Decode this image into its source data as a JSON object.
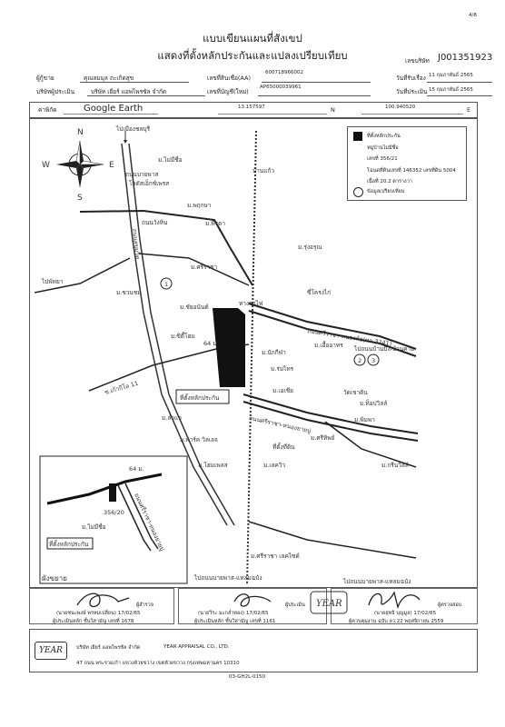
{
  "header": {
    "page_num": "4/8",
    "title_line1": "แบบเขียนแผนที่สังเขป",
    "title_line2": "แสดงที่ตั้งหลักประกันและแปลงเปรียบเทียบ",
    "ref_label": "เลขบริษัท",
    "ref_value": "J001351923"
  },
  "info": {
    "customer_label": "ผู้กู้ขาย",
    "customer_value": "คุณลมมุล ถะเกิดสุข",
    "appraiser_label": "บริษัทผู้ประเมิน",
    "appraiser_value": "บริษัท เยียร์ แอพไพรซัล จำกัด",
    "loan_label": "เลขที่สินเชื่อ(AA)",
    "loan_value": "600718966002",
    "ap_label": "เลขที่บัญชี(ใหม่)",
    "ap_value": "AP65000039961",
    "survey_date_label": "วันที่รับเรื่อง",
    "survey_date_value": "11 กุมภาพันธ์ 2565",
    "eval_date_label": "วันที่ประเมิน",
    "eval_date_value": "15 กุมภาพันธ์ 2565"
  },
  "coords": {
    "lat_label": "ค่าพิกัด",
    "source": "Google Earth",
    "lat": "13.157597",
    "lat_dir": "N",
    "lon": "100.940520",
    "lon_dir": "E"
  },
  "compass": {
    "n": "N",
    "s": "S",
    "e": "E",
    "w": "W"
  },
  "legend": {
    "item1": "ที่ตั้งหลักประกัน",
    "item2": "หมู่บ้านไม่มีชื่อ",
    "item3": "เลขที่ 356/21",
    "item4": "โฉนดที่ดินเลขที่ 146352 เลขที่ดิน 5004",
    "item5": "เนื้อที่ 20.2 ตารางวา",
    "item6": "ข้อมูลเปรียบเทียบ"
  },
  "map_labels": {
    "to_chonburi": "ไปเมืองชลบุรี",
    "mai_mee_chue": "ม.ไม่มีชื่อ",
    "kuneri": "โลตัสเอ็กซ์เพรส",
    "south_town": "ม.พฤกษา",
    "chicken": "ซี่โครงไก่",
    "sukhumvit": "ถนนสุขุมวิท",
    "road_wangheem": "ถนนวังหิน",
    "to_pattaya": "ไปพัทยา",
    "moo_sri": "ม.ศรีราชา",
    "tang": "ทางรถไฟ",
    "kaew": "บ้านแก้ว",
    "kaw2": "ม.ชัยอนันต์",
    "collateral_box": "ที่ตั้งหลักประกัน",
    "road_nongkho": "ถนนศรีราชา-หนองค้อ(ทล.3241)",
    "to_bowin": "ไปถนนบ้านบึง-บ้านค่าย",
    "road2": "ถนนศรีราชา-หนองยายบู่",
    "moo_wat": "ม.เอื้ออาทร",
    "temple": "วัดเขาดิน",
    "to_banglamung": "ไปถนนบายพาส-แหลมฉบัง",
    "soi": "ซ.เก้ากิโล 11",
    "sign": "ที่ตั้งที่ดิน",
    "bottom_road": "ไปถนนบายพาส-แหลมฉบัง",
    "bypass": "ถนนบายพาส",
    "num1": "1",
    "num2": "2",
    "num3": "3",
    "dist_64": "64 ม.",
    "moo_lam": "ม.ลำแจ",
    "moo_nak": "ม.นักกีฬา",
    "moo_green": "ม.กรีนวิลล์",
    "moo_home": "ม.โฮมเพลส",
    "moo_park": "ม.พาร์ค วิลเลจ",
    "moo_chan": "ม.ชวนชม",
    "moo_pee": "ม.พีรดา",
    "moo_city": "ม.ซิตี้โฮม",
    "moo_ron": "ม.รุ่งอรุณ",
    "moo_sritip": "ม.ศรีทิพย์",
    "moo_top": "ม.ท็อปวิลล์",
    "moo_rom": "ม.ร่มไทร",
    "moo_pimpa": "ม.พิมพา",
    "moo_sriracha2": "ม.ศรีราชา เลคไซด์",
    "moo_asia": "ม.เอเชีย",
    "moo_lung": "ม.เลควิว"
  },
  "inset": {
    "dist": "64 ม.",
    "road": "ถนนศรีราชา-หนองยายบู่",
    "house": "356/20",
    "village": "ม.ไม่มีชื่อ",
    "collateral": "ที่ตั้งหลักประกัน",
    "caption": "ผังขยาย"
  },
  "signatures": {
    "s1_role": "ผู้สำรวจ",
    "s1_name": "(นายชนะพงษ์ พรหมเปลี่ยน) 17/02/65",
    "s1_license": "ผู้ประเมินหลัก ชั้นวิสามัญ เลขที่ 1678",
    "s2_role": "ผู้ประเมิน",
    "s2_name": "(นายวีระ มะกล่ำทอง) 17/02/65",
    "s2_license": "ผู้ประเมินหลัก ชั้นวิสามัญ เลขที่ 1161",
    "s3_role": "ผู้ตรวจสอบ",
    "s3_name": "(นายสุทธิ บุญมูล) 17/02/65",
    "s3_license": "ผู้ควบคุมงาน ฉบับ ลว.22 พฤศจิกายน 2559"
  },
  "footer": {
    "logo": "YEAR",
    "company_th": "บริษัท เยียร์ แอพไพรซัล จำกัด",
    "company_en": "YEAR APPRAISAL CO., LTD.",
    "address": "47 ถนน พระรามเก้า แขวงห้วยขวาง เขตห้วยขวาง กรุงเทพมหานคร 10310",
    "code": "03-GH2L-0150"
  }
}
